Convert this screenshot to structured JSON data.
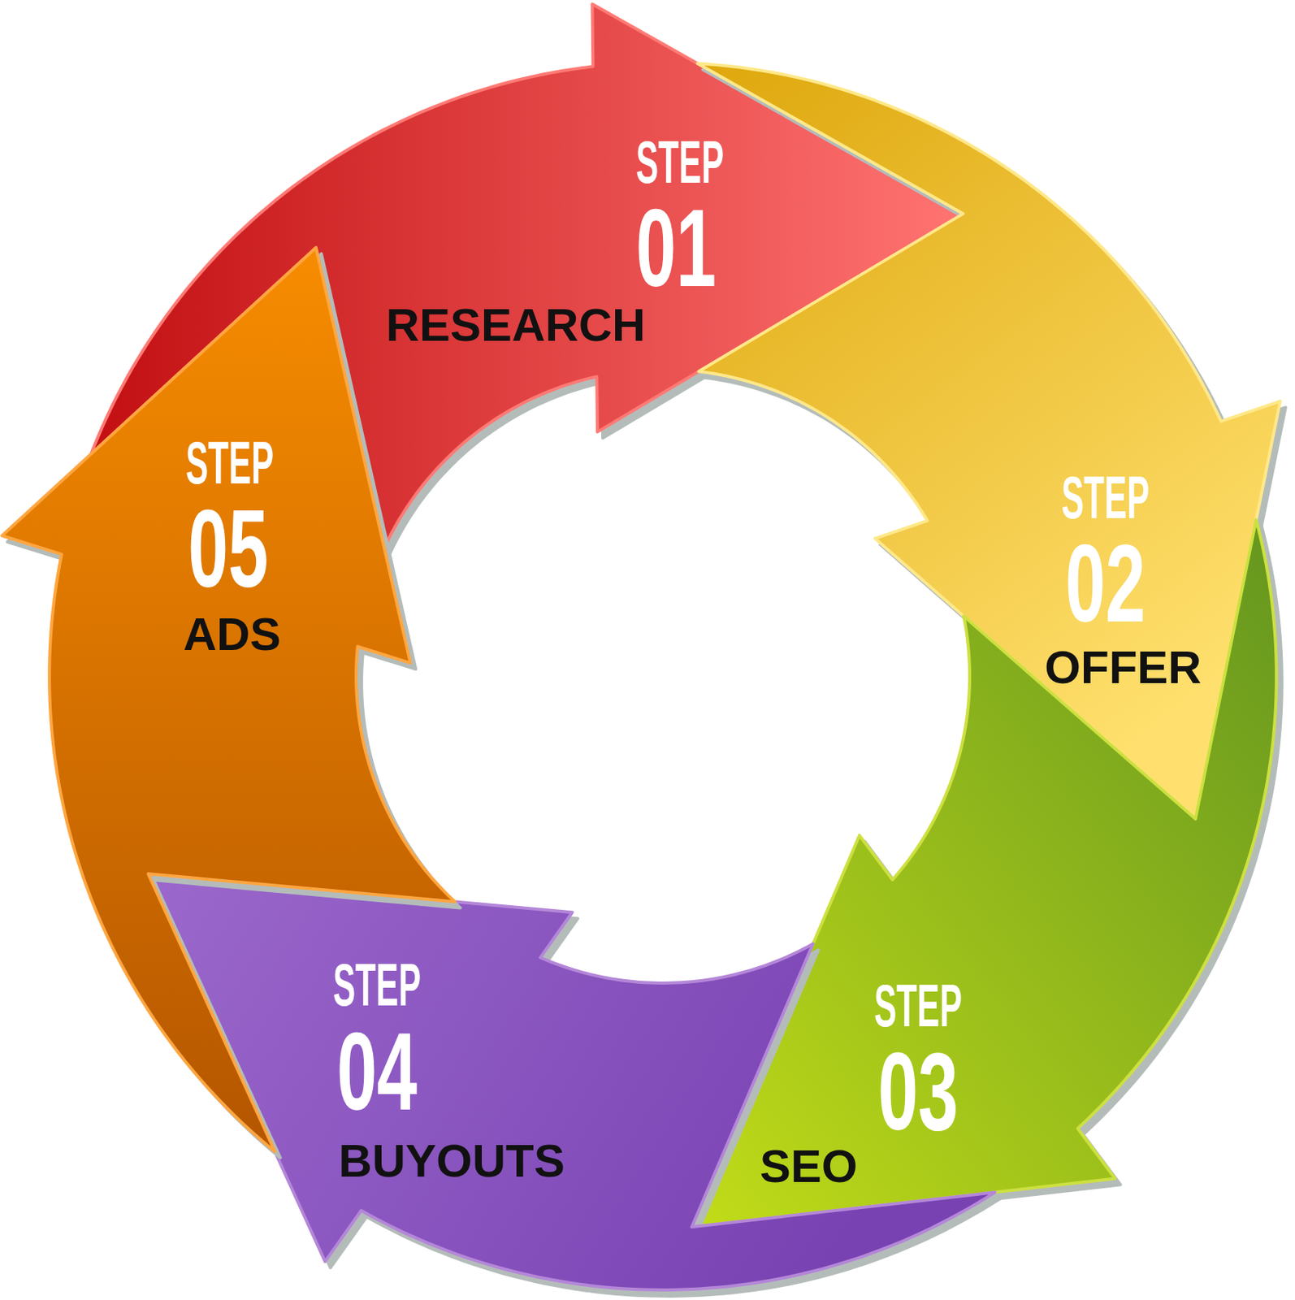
{
  "diagram": {
    "nodes": [
      {
        "text": [
          "STEP",
          "01",
          "RESEARCH"
        ]
      },
      {
        "text": [
          "STEP",
          "02",
          "OFFER"
        ]
      },
      {
        "text": [
          "STEP",
          "03",
          "SEO"
        ]
      },
      {
        "text": [
          "STEP",
          "04",
          "BUYOUTS"
        ]
      },
      {
        "text": [
          "STEP",
          "05",
          "ADS"
        ]
      }
    ]
  }
}
